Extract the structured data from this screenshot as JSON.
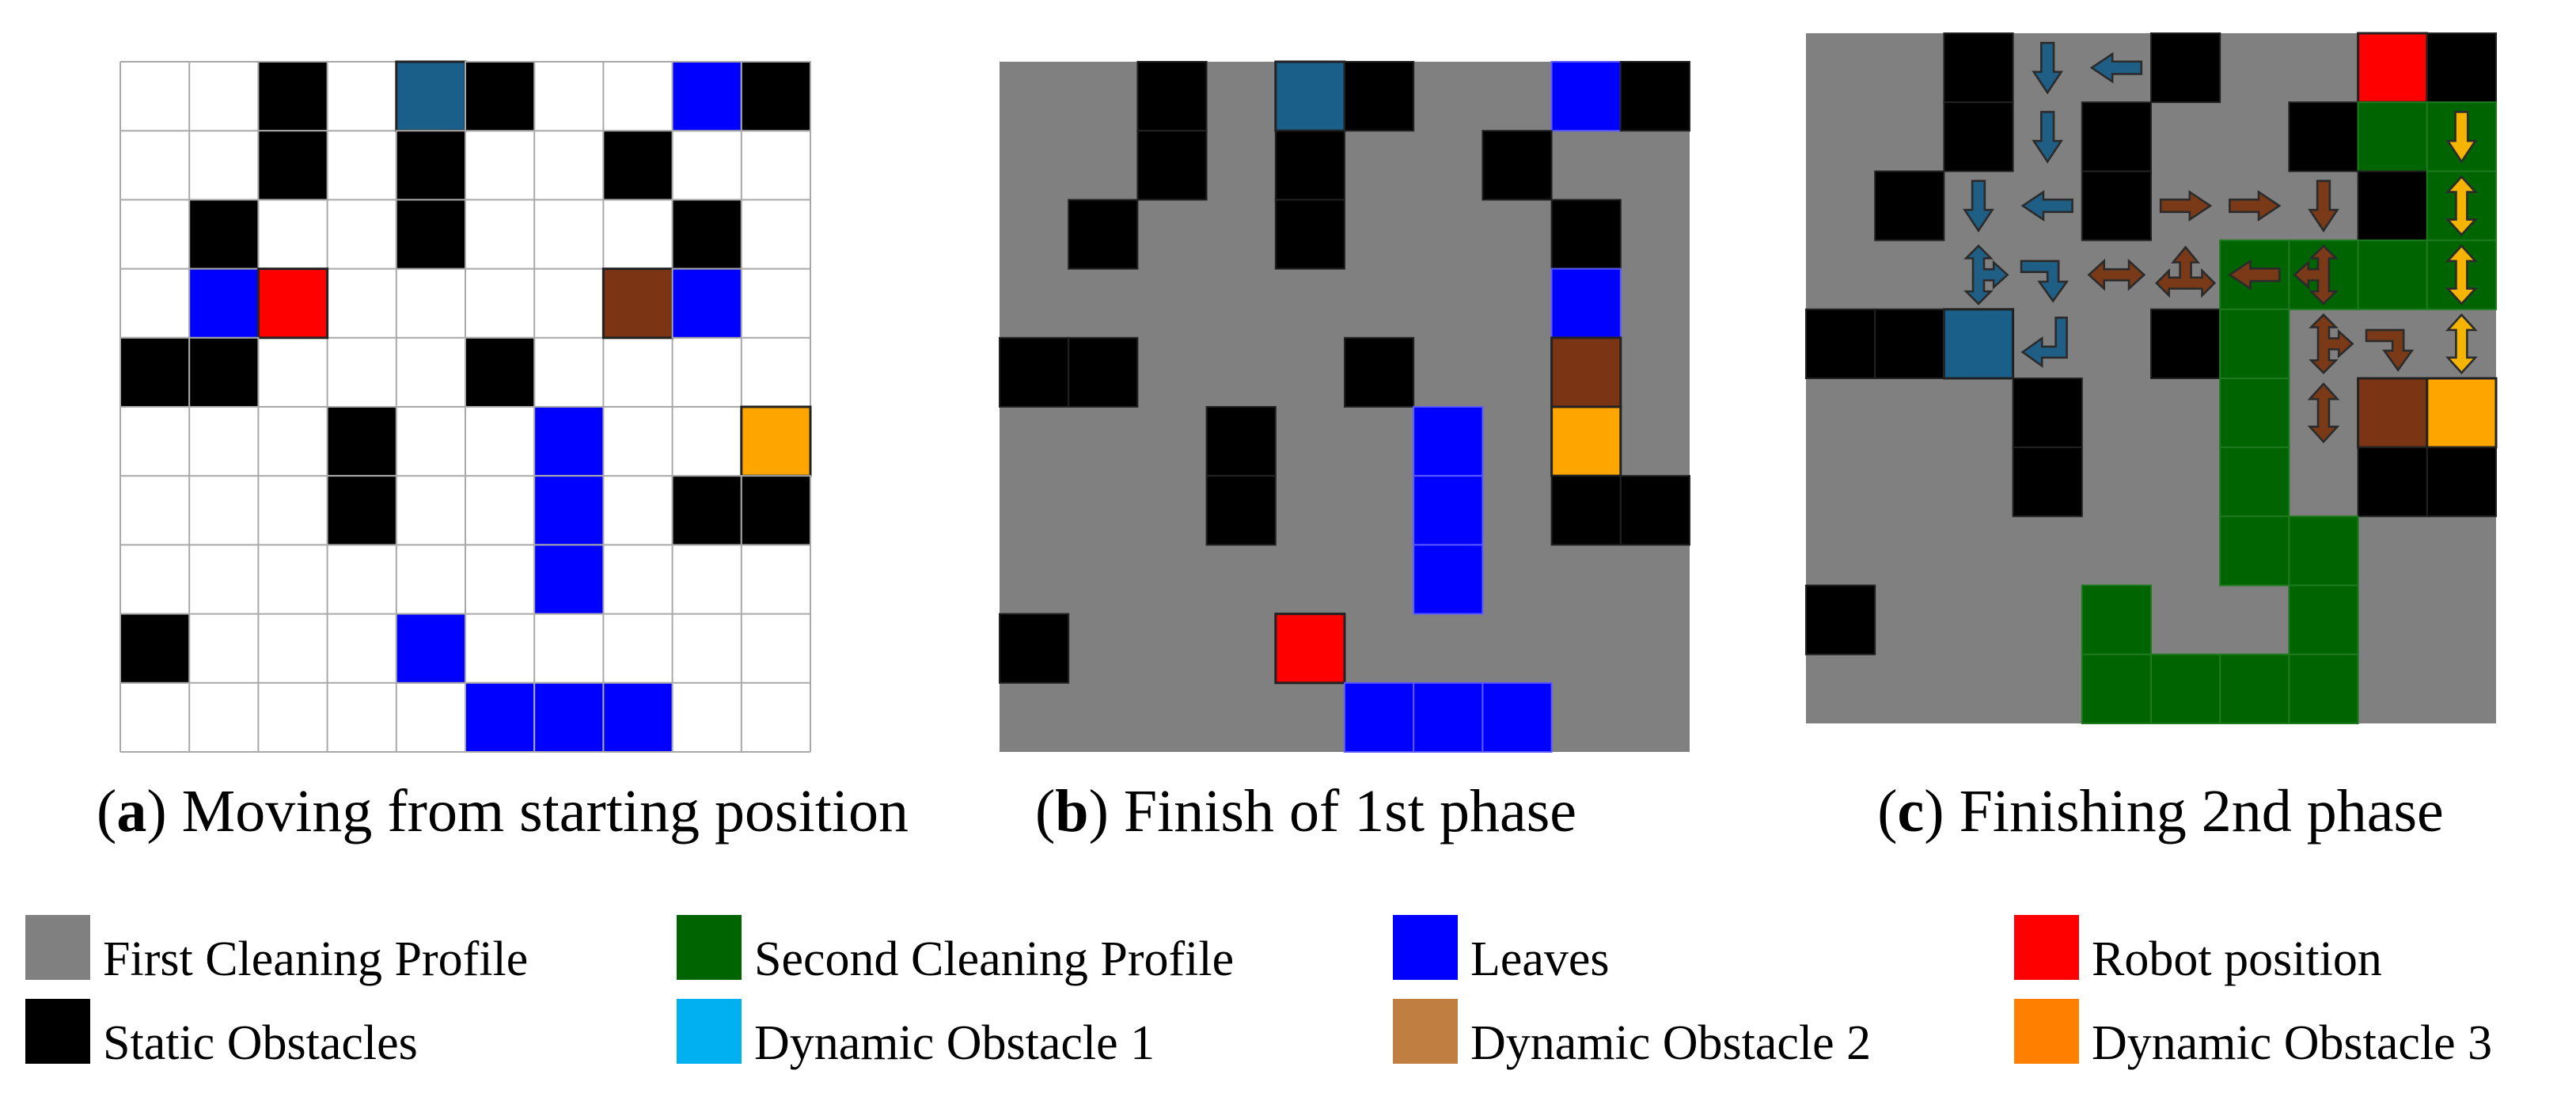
{
  "colors": {
    "empty": "#ffffff",
    "grid_line": "#a9a9a9",
    "first_profile": "#808080",
    "second_profile": "#006400",
    "leaves": "#0000ff",
    "robot": "#ff0000",
    "static": "#000000",
    "dyn1": "#1a5e8a",
    "dyn2": "#7b3414",
    "dyn3": "#ffa500",
    "legend_dyn1": "#00b0f0",
    "legend_dyn2": "#c07f40",
    "legend_dyn3": "#ff8000",
    "arrow_dyn1": "#1f5f86",
    "arrow_dyn2": "#7a3a18",
    "arrow_dyn3": "#f4b400"
  },
  "panels": [
    {
      "id": "a",
      "caption_letter": "a",
      "caption_text": "Moving from starting position",
      "grid_rows": 10,
      "grid_cols": 10,
      "background": "empty",
      "cells": [
        {
          "r": 0,
          "c": 2,
          "t": "static"
        },
        {
          "r": 0,
          "c": 4,
          "t": "dyn1"
        },
        {
          "r": 0,
          "c": 5,
          "t": "static"
        },
        {
          "r": 0,
          "c": 8,
          "t": "leaves"
        },
        {
          "r": 0,
          "c": 9,
          "t": "static"
        },
        {
          "r": 1,
          "c": 2,
          "t": "static"
        },
        {
          "r": 1,
          "c": 4,
          "t": "static"
        },
        {
          "r": 1,
          "c": 7,
          "t": "static"
        },
        {
          "r": 2,
          "c": 1,
          "t": "static"
        },
        {
          "r": 2,
          "c": 4,
          "t": "static"
        },
        {
          "r": 2,
          "c": 8,
          "t": "static"
        },
        {
          "r": 3,
          "c": 1,
          "t": "leaves"
        },
        {
          "r": 3,
          "c": 2,
          "t": "robot"
        },
        {
          "r": 3,
          "c": 7,
          "t": "dyn2"
        },
        {
          "r": 3,
          "c": 8,
          "t": "leaves"
        },
        {
          "r": 4,
          "c": 0,
          "t": "static"
        },
        {
          "r": 4,
          "c": 1,
          "t": "static"
        },
        {
          "r": 4,
          "c": 5,
          "t": "static"
        },
        {
          "r": 5,
          "c": 3,
          "t": "static"
        },
        {
          "r": 5,
          "c": 6,
          "t": "leaves"
        },
        {
          "r": 5,
          "c": 9,
          "t": "dyn3"
        },
        {
          "r": 6,
          "c": 3,
          "t": "static"
        },
        {
          "r": 6,
          "c": 6,
          "t": "leaves"
        },
        {
          "r": 6,
          "c": 8,
          "t": "static"
        },
        {
          "r": 6,
          "c": 9,
          "t": "static"
        },
        {
          "r": 7,
          "c": 6,
          "t": "leaves"
        },
        {
          "r": 8,
          "c": 0,
          "t": "static"
        },
        {
          "r": 8,
          "c": 4,
          "t": "leaves"
        },
        {
          "r": 9,
          "c": 5,
          "t": "leaves"
        },
        {
          "r": 9,
          "c": 6,
          "t": "leaves"
        },
        {
          "r": 9,
          "c": 7,
          "t": "leaves"
        }
      ],
      "arrows": []
    },
    {
      "id": "b",
      "caption_letter": "b",
      "caption_text": "Finish of 1st phase",
      "grid_rows": 10,
      "grid_cols": 10,
      "background": "first_profile",
      "cells": [
        {
          "r": 0,
          "c": 2,
          "t": "static"
        },
        {
          "r": 0,
          "c": 4,
          "t": "dyn1"
        },
        {
          "r": 0,
          "c": 5,
          "t": "static"
        },
        {
          "r": 0,
          "c": 8,
          "t": "leaves"
        },
        {
          "r": 0,
          "c": 9,
          "t": "static"
        },
        {
          "r": 1,
          "c": 2,
          "t": "static"
        },
        {
          "r": 1,
          "c": 4,
          "t": "static"
        },
        {
          "r": 1,
          "c": 7,
          "t": "static"
        },
        {
          "r": 2,
          "c": 1,
          "t": "static"
        },
        {
          "r": 2,
          "c": 4,
          "t": "static"
        },
        {
          "r": 2,
          "c": 8,
          "t": "static"
        },
        {
          "r": 3,
          "c": 8,
          "t": "leaves"
        },
        {
          "r": 4,
          "c": 0,
          "t": "static"
        },
        {
          "r": 4,
          "c": 1,
          "t": "static"
        },
        {
          "r": 4,
          "c": 5,
          "t": "static"
        },
        {
          "r": 4,
          "c": 8,
          "t": "dyn2"
        },
        {
          "r": 5,
          "c": 3,
          "t": "static"
        },
        {
          "r": 5,
          "c": 6,
          "t": "leaves"
        },
        {
          "r": 5,
          "c": 8,
          "t": "dyn3"
        },
        {
          "r": 6,
          "c": 3,
          "t": "static"
        },
        {
          "r": 6,
          "c": 6,
          "t": "leaves"
        },
        {
          "r": 6,
          "c": 8,
          "t": "static"
        },
        {
          "r": 6,
          "c": 9,
          "t": "static"
        },
        {
          "r": 7,
          "c": 6,
          "t": "leaves"
        },
        {
          "r": 8,
          "c": 0,
          "t": "static"
        },
        {
          "r": 8,
          "c": 4,
          "t": "robot"
        },
        {
          "r": 9,
          "c": 5,
          "t": "leaves"
        },
        {
          "r": 9,
          "c": 6,
          "t": "leaves"
        },
        {
          "r": 9,
          "c": 7,
          "t": "leaves"
        }
      ],
      "arrows": []
    },
    {
      "id": "c",
      "caption_letter": "c",
      "caption_text": "Finishing 2nd phase",
      "grid_rows": 10,
      "grid_cols": 10,
      "background": "first_profile",
      "cells": [
        {
          "r": 0,
          "c": 2,
          "t": "static"
        },
        {
          "r": 0,
          "c": 5,
          "t": "static"
        },
        {
          "r": 0,
          "c": 8,
          "t": "robot"
        },
        {
          "r": 0,
          "c": 9,
          "t": "static"
        },
        {
          "r": 1,
          "c": 2,
          "t": "static"
        },
        {
          "r": 1,
          "c": 4,
          "t": "static"
        },
        {
          "r": 1,
          "c": 7,
          "t": "static"
        },
        {
          "r": 1,
          "c": 8,
          "t": "second_profile"
        },
        {
          "r": 1,
          "c": 9,
          "t": "second_profile"
        },
        {
          "r": 2,
          "c": 1,
          "t": "static"
        },
        {
          "r": 2,
          "c": 4,
          "t": "static"
        },
        {
          "r": 2,
          "c": 8,
          "t": "static"
        },
        {
          "r": 2,
          "c": 9,
          "t": "second_profile"
        },
        {
          "r": 3,
          "c": 6,
          "t": "second_profile"
        },
        {
          "r": 3,
          "c": 7,
          "t": "second_profile"
        },
        {
          "r": 3,
          "c": 8,
          "t": "second_profile"
        },
        {
          "r": 3,
          "c": 9,
          "t": "second_profile"
        },
        {
          "r": 4,
          "c": 0,
          "t": "static"
        },
        {
          "r": 4,
          "c": 1,
          "t": "static"
        },
        {
          "r": 4,
          "c": 2,
          "t": "dyn1"
        },
        {
          "r": 4,
          "c": 5,
          "t": "static"
        },
        {
          "r": 4,
          "c": 6,
          "t": "second_profile"
        },
        {
          "r": 5,
          "c": 3,
          "t": "static"
        },
        {
          "r": 5,
          "c": 6,
          "t": "second_profile"
        },
        {
          "r": 5,
          "c": 8,
          "t": "dyn2"
        },
        {
          "r": 5,
          "c": 9,
          "t": "dyn3"
        },
        {
          "r": 6,
          "c": 3,
          "t": "static"
        },
        {
          "r": 6,
          "c": 6,
          "t": "second_profile"
        },
        {
          "r": 6,
          "c": 8,
          "t": "static"
        },
        {
          "r": 6,
          "c": 9,
          "t": "static"
        },
        {
          "r": 7,
          "c": 6,
          "t": "second_profile"
        },
        {
          "r": 7,
          "c": 7,
          "t": "second_profile"
        },
        {
          "r": 8,
          "c": 0,
          "t": "static"
        },
        {
          "r": 8,
          "c": 4,
          "t": "second_profile"
        },
        {
          "r": 8,
          "c": 7,
          "t": "second_profile"
        },
        {
          "r": 9,
          "c": 4,
          "t": "second_profile"
        },
        {
          "r": 9,
          "c": 5,
          "t": "second_profile"
        },
        {
          "r": 9,
          "c": 6,
          "t": "second_profile"
        },
        {
          "r": 9,
          "c": 7,
          "t": "second_profile"
        }
      ],
      "arrows": [
        {
          "r": 0,
          "c": 3,
          "t": "down",
          "o": "dyn1"
        },
        {
          "r": 0,
          "c": 4,
          "t": "left",
          "o": "dyn1"
        },
        {
          "r": 1,
          "c": 3,
          "t": "down",
          "o": "dyn1"
        },
        {
          "r": 2,
          "c": 2,
          "t": "down",
          "o": "dyn1"
        },
        {
          "r": 2,
          "c": 3,
          "t": "left",
          "o": "dyn1"
        },
        {
          "r": 3,
          "c": 2,
          "t": "tee-updown-right",
          "o": "dyn1"
        },
        {
          "r": 3,
          "c": 3,
          "t": "turn-right-down",
          "o": "dyn1"
        },
        {
          "r": 4,
          "c": 3,
          "t": "turn-up-left",
          "o": "dyn1"
        },
        {
          "r": 2,
          "c": 5,
          "t": "right",
          "o": "dyn2"
        },
        {
          "r": 2,
          "c": 6,
          "t": "right",
          "o": "dyn2"
        },
        {
          "r": 2,
          "c": 7,
          "t": "down",
          "o": "dyn2"
        },
        {
          "r": 3,
          "c": 4,
          "t": "leftright",
          "o": "dyn2"
        },
        {
          "r": 3,
          "c": 5,
          "t": "tee-leftright-up",
          "o": "dyn2"
        },
        {
          "r": 3,
          "c": 6,
          "t": "left",
          "o": "dyn2"
        },
        {
          "r": 3,
          "c": 7,
          "t": "tee-updown-left",
          "o": "dyn2"
        },
        {
          "r": 4,
          "c": 7,
          "t": "tee-updown-right",
          "o": "dyn2"
        },
        {
          "r": 4,
          "c": 8,
          "t": "turn-right-down",
          "o": "dyn2"
        },
        {
          "r": 5,
          "c": 7,
          "t": "updown",
          "o": "dyn2"
        },
        {
          "r": 1,
          "c": 9,
          "t": "down",
          "o": "dyn3"
        },
        {
          "r": 2,
          "c": 9,
          "t": "updown",
          "o": "dyn3"
        },
        {
          "r": 3,
          "c": 9,
          "t": "updown",
          "o": "dyn3"
        },
        {
          "r": 4,
          "c": 9,
          "t": "updown",
          "o": "dyn3"
        }
      ]
    }
  ],
  "legend": [
    {
      "label": "First Cleaning Profile",
      "color": "#808080"
    },
    {
      "label": "Second Cleaning Profile",
      "color": "#006400"
    },
    {
      "label": "Leaves",
      "color": "#0000ff"
    },
    {
      "label": "Robot position",
      "color": "#ff0000"
    },
    {
      "label": "Static Obstacles",
      "color": "#000000"
    },
    {
      "label": "Dynamic Obstacle 1",
      "color": "#00b0f0"
    },
    {
      "label": "Dynamic Obstacle 2",
      "color": "#c07f40"
    },
    {
      "label": "Dynamic Obstacle 3",
      "color": "#ff8000"
    }
  ]
}
